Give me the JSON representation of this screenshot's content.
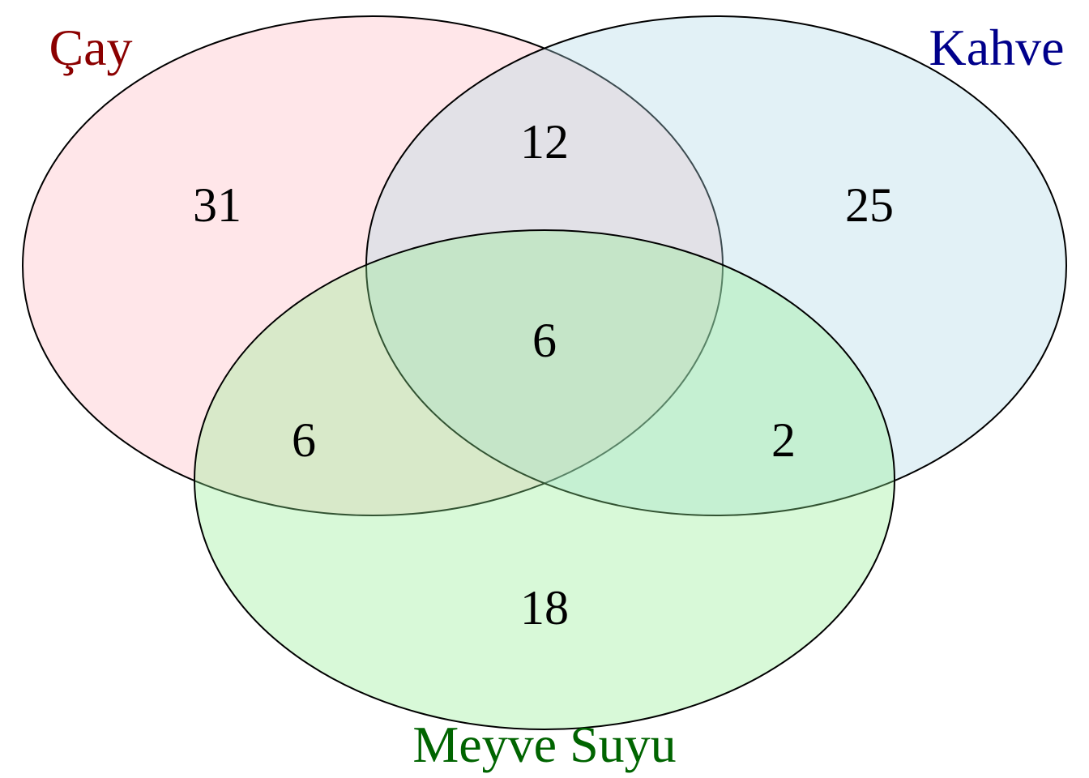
{
  "sets": [
    {
      "key": "tea",
      "label": "Çay",
      "fill": "#ffb6c1",
      "label_color": "#8b0000"
    },
    {
      "key": "coffee",
      "label": "Kahve",
      "fill": "#add8e6",
      "label_color": "#00008b"
    },
    {
      "key": "juice",
      "label": "Meyve Suyu",
      "fill": "#90ee90",
      "label_color": "#006400"
    }
  ],
  "regions": {
    "tea_only": "31",
    "coffee_only": "25",
    "juice_only": "18",
    "tea_coffee": "12",
    "tea_juice": "6",
    "coffee_juice": "2",
    "all_three": "6"
  }
}
